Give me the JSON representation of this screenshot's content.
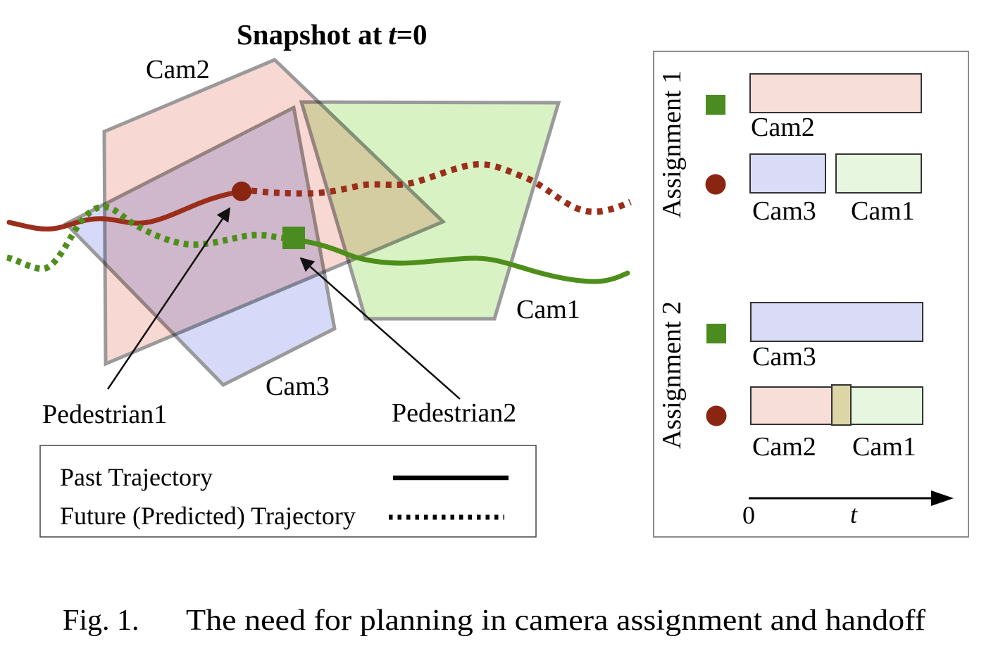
{
  "title": {
    "prefix": "Snapshot at",
    "t": "t",
    "suffix": "=0"
  },
  "diagram": {
    "cam1_label": "Cam1",
    "cam2_label": "Cam2",
    "cam3_label": "Cam3",
    "pedestrian1": "Pedestrian1",
    "pedestrian2": "Pedestrian2"
  },
  "legend": {
    "past": "Past Trajectory",
    "future": "Future (Predicted) Trajectory"
  },
  "timeline_panel": {
    "assignment1": {
      "label": "Assignment 1",
      "pedestrian2_row": {
        "marker": "green-square",
        "bars": [
          "Cam2"
        ]
      },
      "pedestrian1_row": {
        "marker": "red-circle",
        "bars": [
          "Cam3",
          "Cam1"
        ]
      }
    },
    "assignment2": {
      "label": "Assignment 2",
      "pedestrian2_row": {
        "marker": "green-square",
        "bars": [
          "Cam3"
        ]
      },
      "pedestrian1_row": {
        "marker": "red-circle",
        "bars": [
          "Cam2",
          "Cam1"
        ]
      }
    },
    "axis": {
      "origin": "0",
      "time": "t"
    }
  },
  "caption": {
    "label": "Fig. 1.",
    "text": "The need for planning in camera assignment and handoff"
  },
  "colors": {
    "cam2_fill": "#f8d8d2",
    "cam3_fill": "#d6daf8",
    "cam1_fill": "#d9f2c4",
    "polygon_border": "#9a9a9a",
    "trajectory_red": "#9b2d1b",
    "trajectory_green": "#4e8e1b",
    "marker_red": "#8a2511",
    "marker_green": "#4a8c1f",
    "bar_cam2": "#f8ded9",
    "bar_cam3": "#dadcf7",
    "bar_cam1": "#e7f6de",
    "bar_overlap": "#dcd5a6",
    "bar_border": "#333333"
  }
}
